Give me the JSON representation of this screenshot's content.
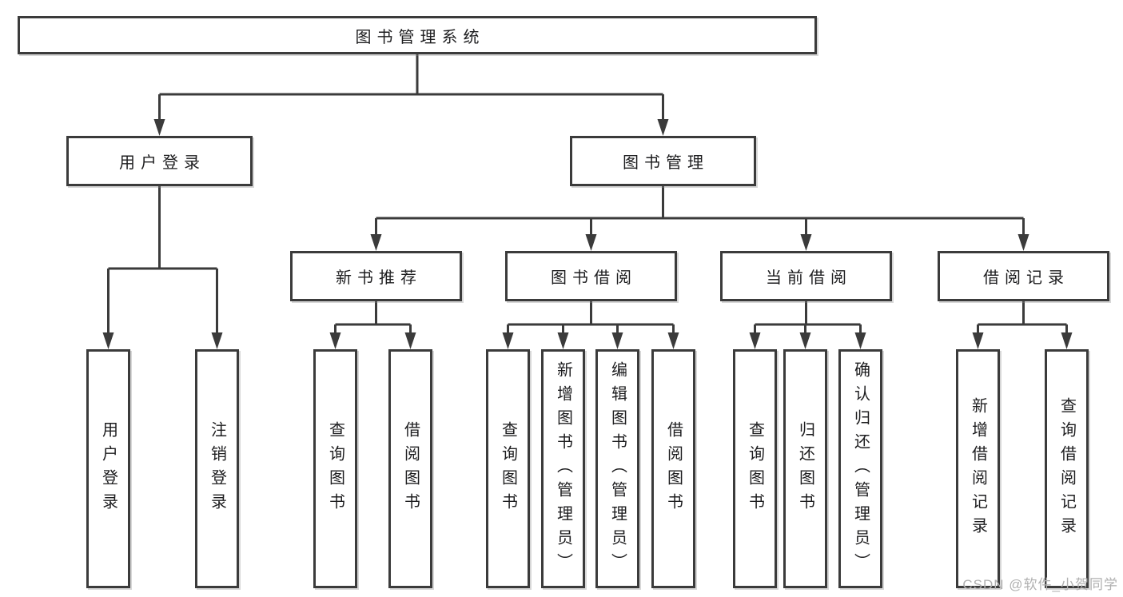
{
  "tree": {
    "root": {
      "label": "图书管理系统",
      "children": [
        {
          "label": "用户登录",
          "children": [
            {
              "label": "用户登录"
            },
            {
              "label": "注销登录"
            }
          ]
        },
        {
          "label": "图书管理",
          "children": [
            {
              "label": "新书推荐",
              "children": [
                {
                  "label": "查询图书"
                },
                {
                  "label": "借阅图书"
                }
              ]
            },
            {
              "label": "图书借阅",
              "children": [
                {
                  "label": "查询图书"
                },
                {
                  "label": "新增图书（管理员）"
                },
                {
                  "label": "编辑图书（管理员）"
                },
                {
                  "label": "借阅图书"
                }
              ]
            },
            {
              "label": "当前借阅",
              "children": [
                {
                  "label": "查询图书"
                },
                {
                  "label": "归还图书"
                },
                {
                  "label": "确认归还（管理员）"
                }
              ]
            },
            {
              "label": "借阅记录",
              "children": [
                {
                  "label": "新增借阅记录"
                },
                {
                  "label": "查询借阅记录"
                }
              ]
            }
          ]
        }
      ]
    },
    "colors": {
      "line": "#3b3b3b",
      "box_border": "#3b3b3b",
      "box_fill": "#ffffff",
      "text": "#1d1d1f",
      "watermark": "#b0b0b0"
    }
  },
  "watermark": {
    "text": "CSDN @软件_小贺同学"
  }
}
